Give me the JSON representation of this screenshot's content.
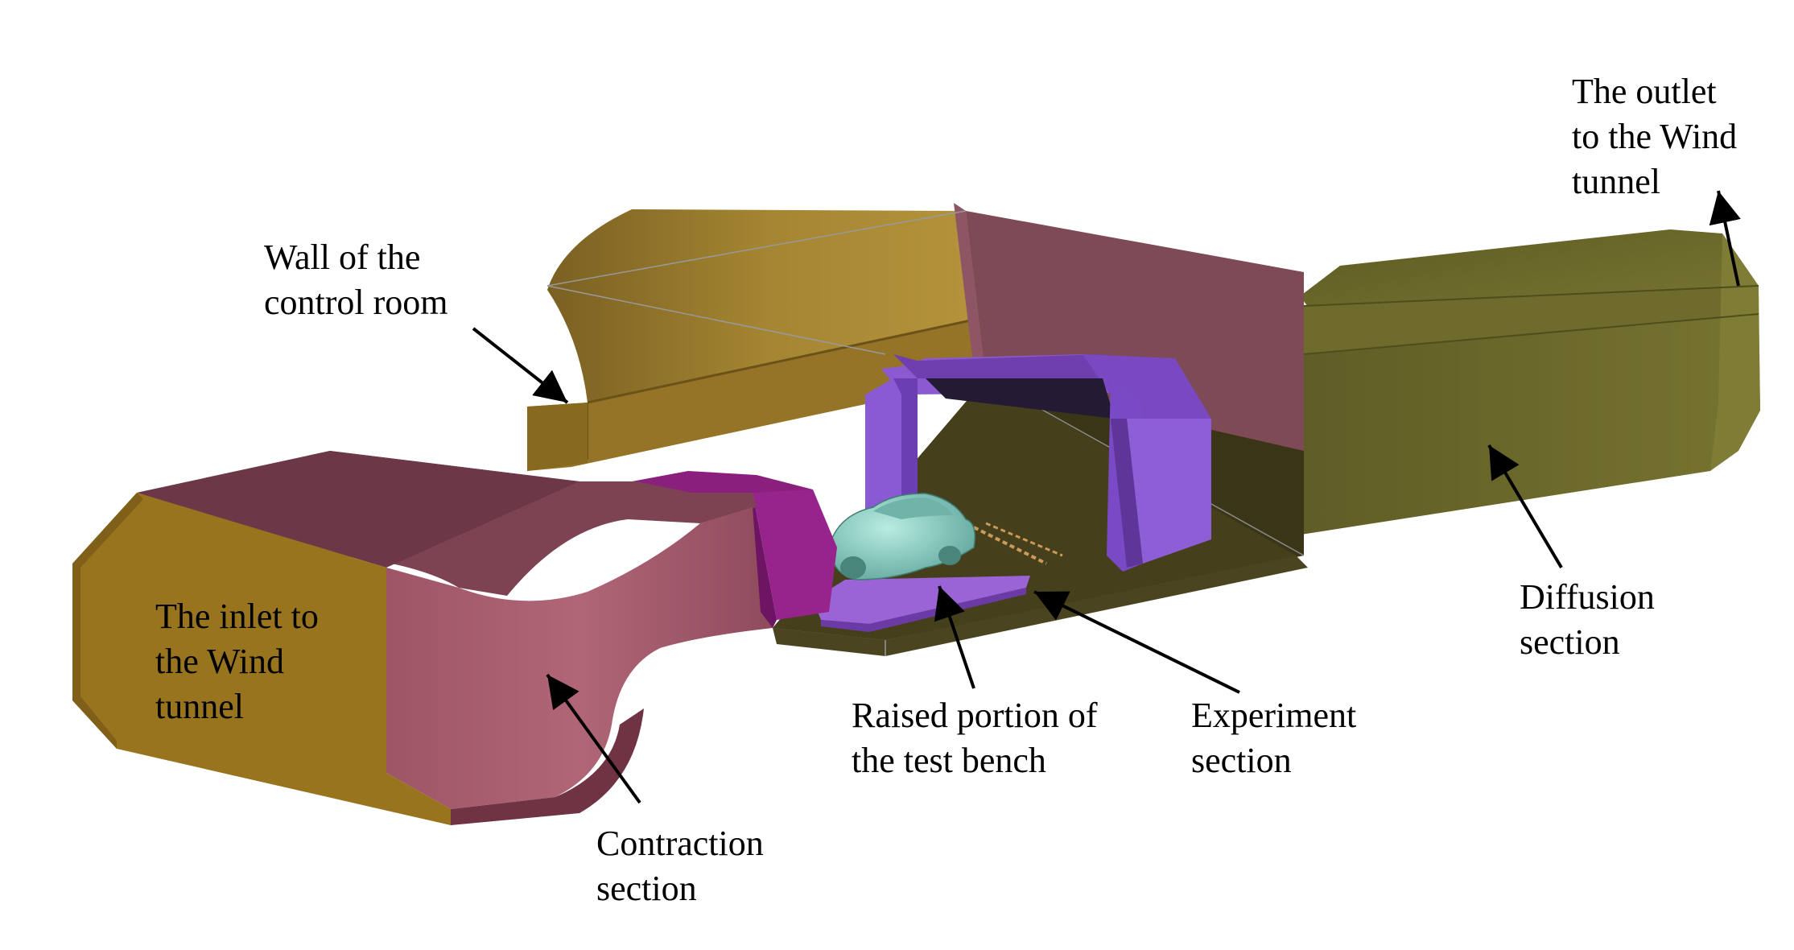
{
  "labels": {
    "outlet": [
      "The outlet",
      "to the Wind",
      "tunnel"
    ],
    "wall": [
      "Wall of the",
      "control room"
    ],
    "inlet": [
      "The inlet to",
      "the Wind",
      "tunnel"
    ],
    "contraction": [
      "Contraction",
      "section"
    ],
    "raised": [
      "Raised portion of",
      "the test bench"
    ],
    "experiment": [
      "Experiment",
      "section"
    ],
    "diffusion": [
      "Diffusion",
      "section"
    ]
  },
  "colors": {
    "gold": "#9a7a2c",
    "pink": "#a35a6a",
    "olive": "#6f6c2e",
    "purple": "#8a55c8",
    "magenta": "#8e1f80",
    "car": "#86cfc4"
  }
}
